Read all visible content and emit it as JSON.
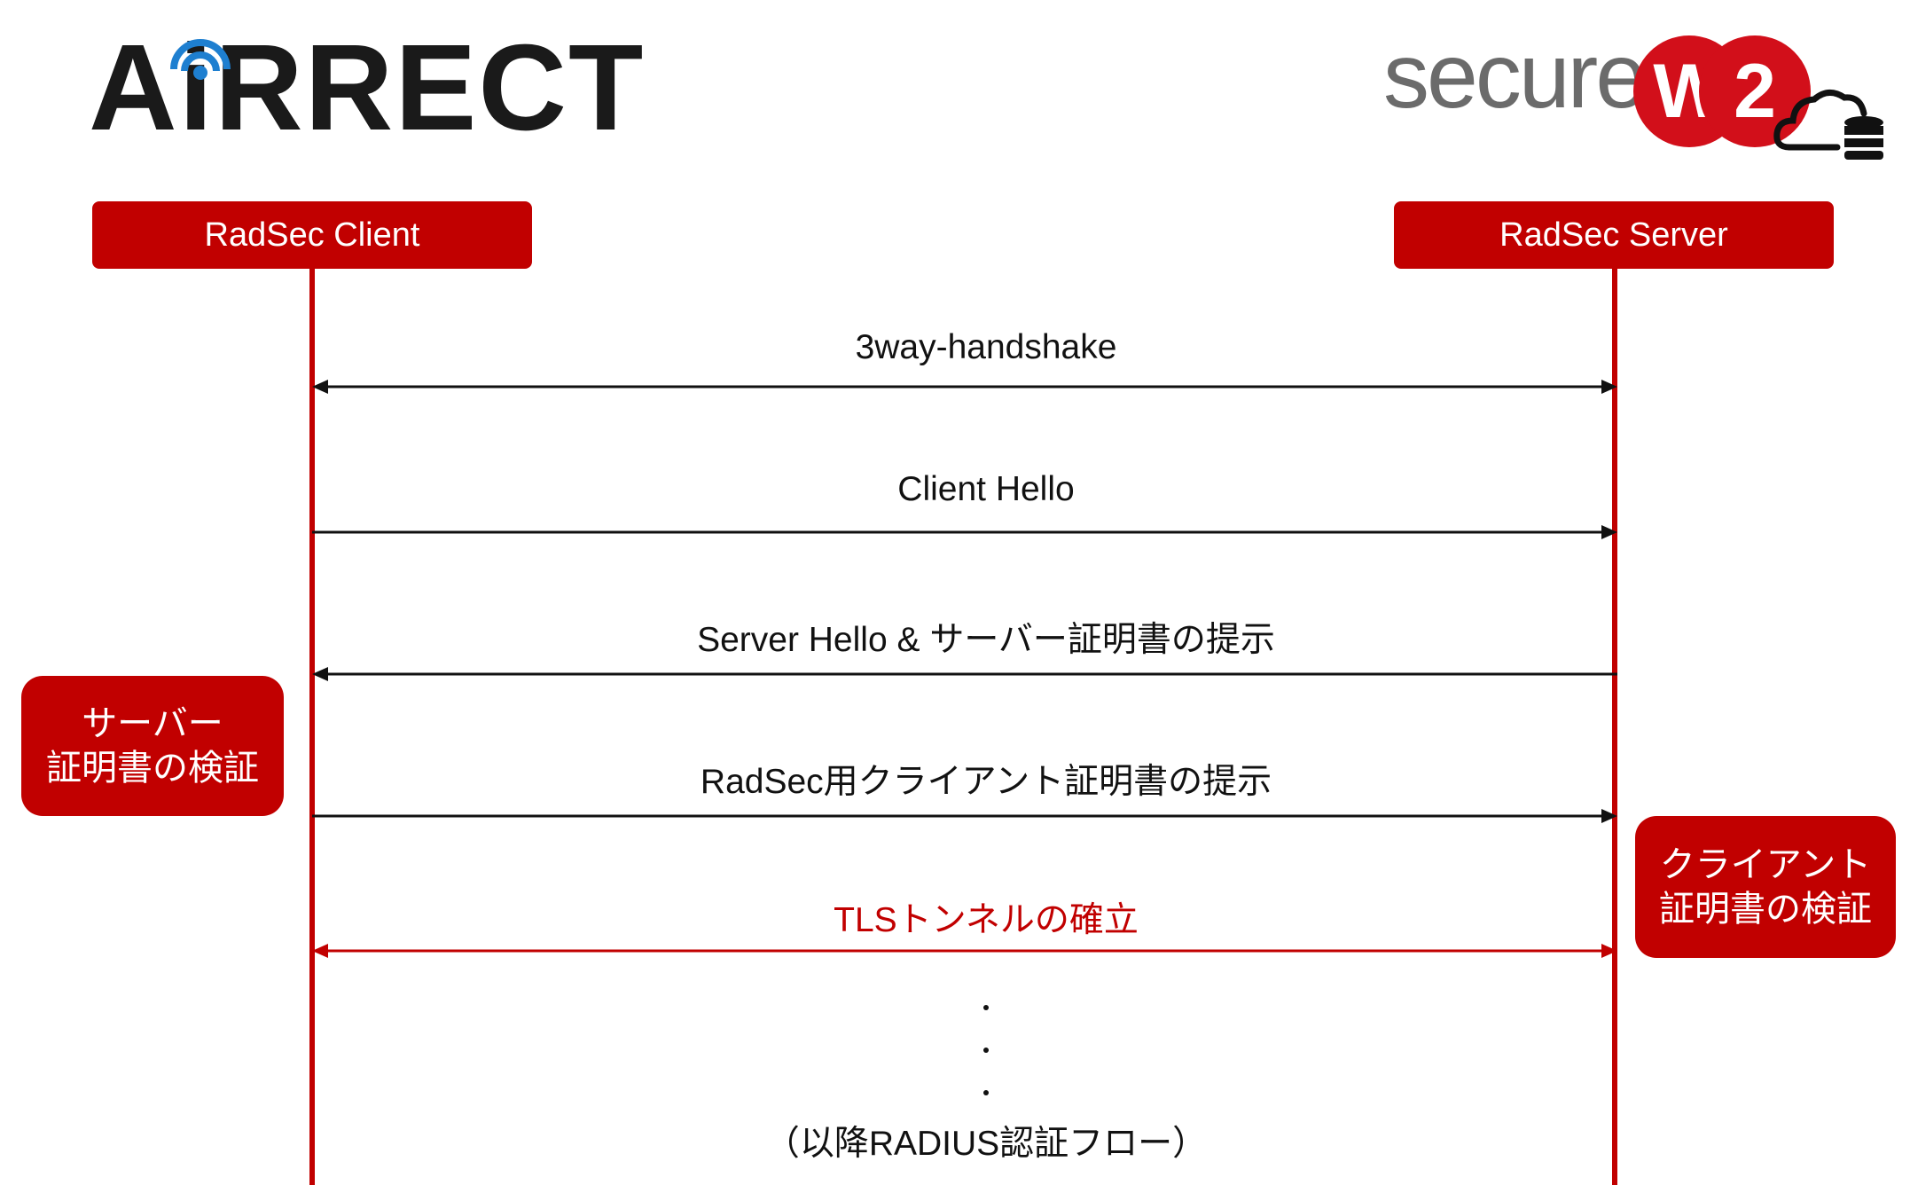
{
  "logos": {
    "left_text": "AiRRECT",
    "right_text": "secure",
    "right_mark": [
      "W",
      "2"
    ]
  },
  "actors": {
    "client": "RadSec Client",
    "server": "RadSec Server"
  },
  "messages": [
    {
      "label": "3way-handshake",
      "direction": "both",
      "color": "#111111"
    },
    {
      "label": "Client Hello",
      "direction": "right",
      "color": "#111111"
    },
    {
      "label": "Server Hello & サーバー証明書の提示",
      "direction": "left",
      "color": "#111111"
    },
    {
      "label": "RadSec用クライアント証明書の提示",
      "direction": "right",
      "color": "#111111"
    },
    {
      "label": "TLSトンネルの確立",
      "direction": "both",
      "color": "#c10000"
    }
  ],
  "notes": {
    "client": [
      "サーバー",
      "証明書の検証"
    ],
    "server": [
      "クライアント",
      "証明書の検証"
    ]
  },
  "continuation": "（以降RADIUS認証フロー）",
  "colors": {
    "accent": "#c10000",
    "logo_red": "#d20f1a"
  }
}
